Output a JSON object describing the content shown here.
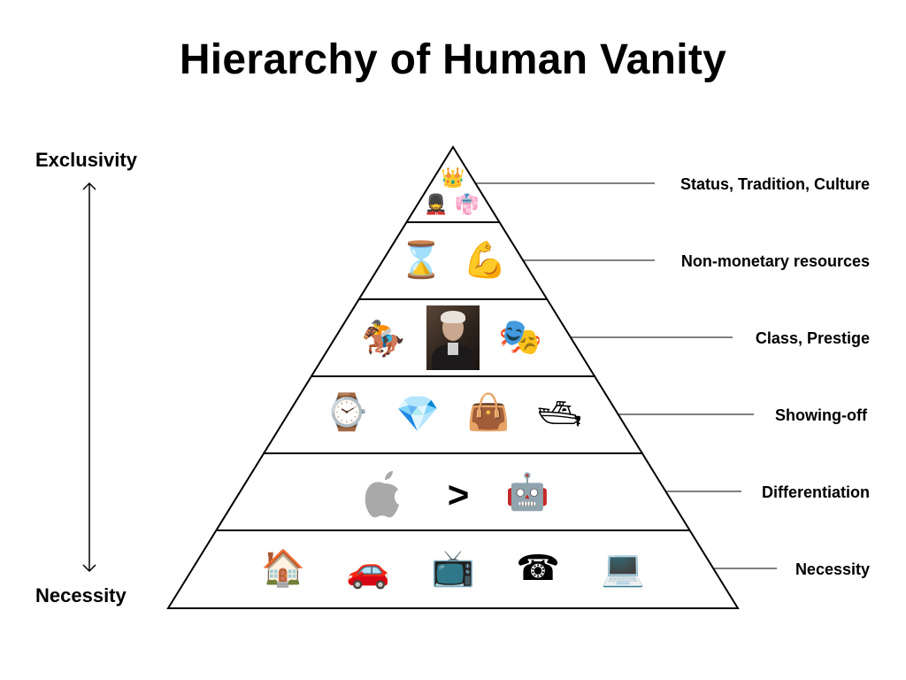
{
  "title": "Hierarchy of Human Vanity",
  "axis": {
    "top_label": "Exclusivity",
    "bottom_label": "Necessity"
  },
  "tiers": [
    {
      "label": "Status, Tradition, Culture",
      "icons": [
        {
          "name": "crown-icon",
          "glyph": "👑"
        },
        {
          "name": "guardsman-icon",
          "glyph": "💂"
        },
        {
          "name": "dressing-icon",
          "glyph": "👘"
        }
      ]
    },
    {
      "label": "Non-monetary resources",
      "icons": [
        {
          "name": "hourglass-icon",
          "glyph": "⌛"
        },
        {
          "name": "flexed-biceps-icon",
          "glyph": "💪"
        }
      ]
    },
    {
      "label": "Class, Prestige",
      "icons": [
        {
          "name": "horse-racing-icon",
          "glyph": "🏇"
        },
        {
          "name": "portrait-photo",
          "glyph": ""
        },
        {
          "name": "theater-masks-icon",
          "glyph": "🎭"
        }
      ]
    },
    {
      "label": "Showing-off",
      "icons": [
        {
          "name": "watch-icon",
          "glyph": "⌚"
        },
        {
          "name": "diamond-icon",
          "glyph": "💎"
        },
        {
          "name": "handbag-icon",
          "glyph": "👜"
        },
        {
          "name": "yacht-icon",
          "glyph": "🛥"
        }
      ]
    },
    {
      "label": "Differentiation",
      "icons": [
        {
          "name": "apple-logo-icon",
          "glyph": ""
        },
        {
          "name": "greater-than-symbol",
          "glyph": ">"
        },
        {
          "name": "android-robot-icon",
          "glyph": "🤖"
        }
      ]
    },
    {
      "label": "Necessity",
      "icons": [
        {
          "name": "house-icon",
          "glyph": "🏠"
        },
        {
          "name": "car-icon",
          "glyph": "🚗"
        },
        {
          "name": "television-icon",
          "glyph": "📺"
        },
        {
          "name": "telephone-icon",
          "glyph": "☎"
        },
        {
          "name": "laptop-icon",
          "glyph": "💻"
        }
      ]
    }
  ]
}
